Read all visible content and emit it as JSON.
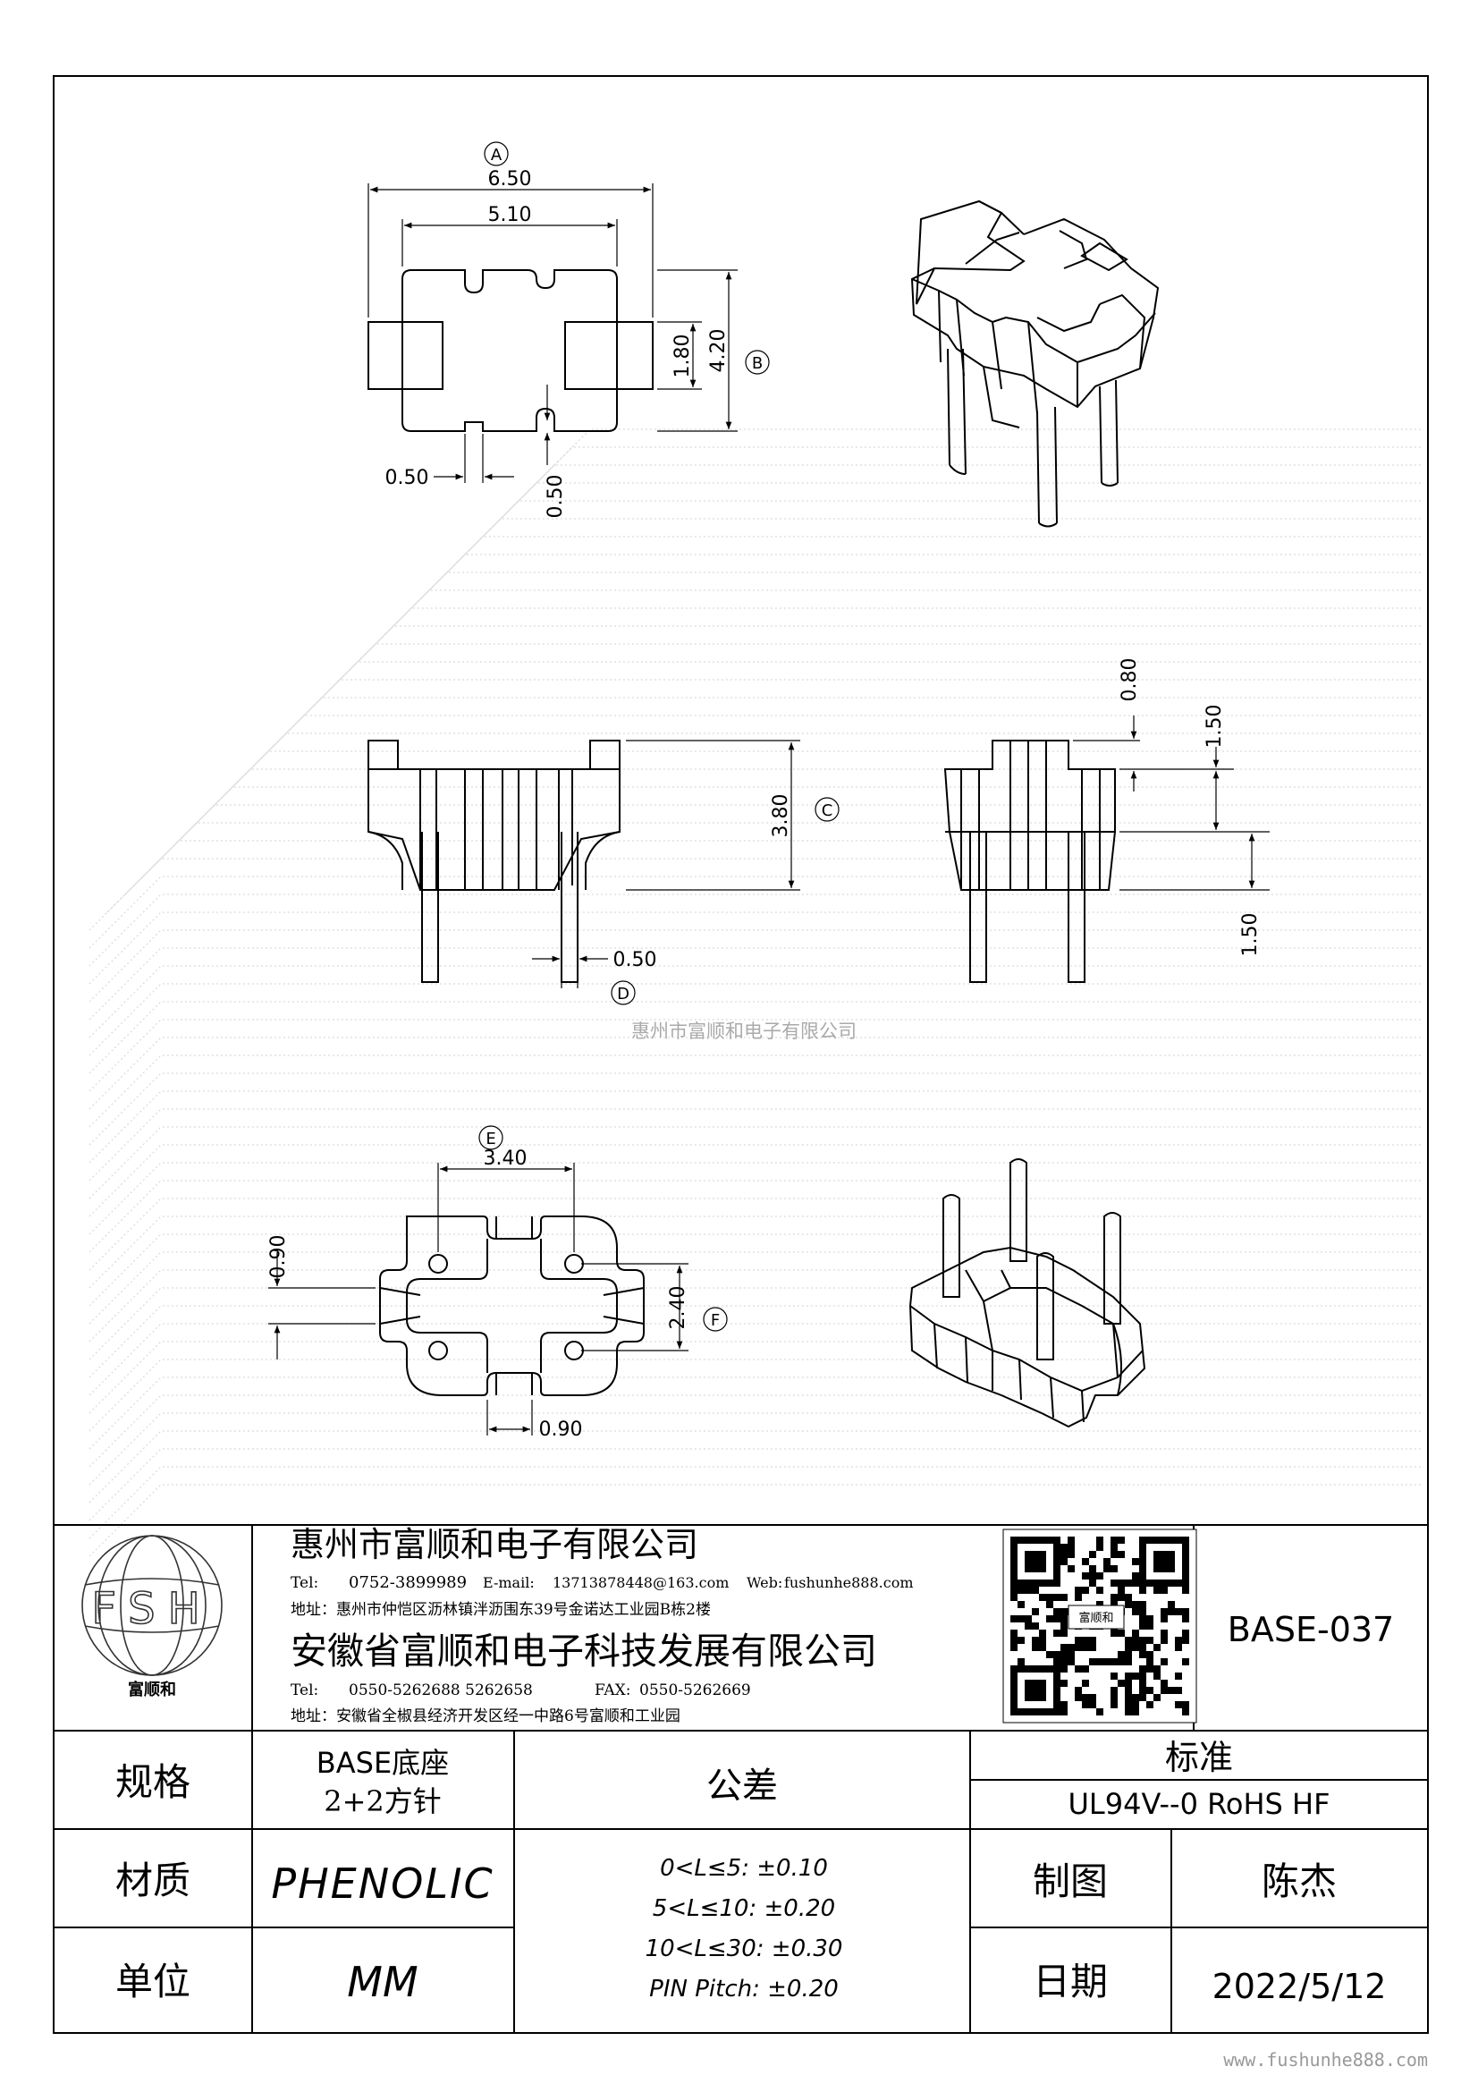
{
  "drawing": {
    "top_view": {
      "label_a": "A",
      "dim_650": "6.50",
      "dim_510": "5.10",
      "dim_180": "1.80",
      "dim_420": "4.20",
      "label_b": "B",
      "dim_050_h": "0.50",
      "dim_050_v": "0.50"
    },
    "side_view": {
      "dim_380": "3.80",
      "label_c": "C",
      "dim_050": "0.50",
      "label_d": "D",
      "dim_080": "0.80",
      "dim_150_top": "1.50",
      "dim_150_bottom": "1.50"
    },
    "bottom_view": {
      "label_e": "E",
      "dim_340": "3.40",
      "dim_090_v": "0.90",
      "dim_240": "2.40",
      "label_f": "F",
      "dim_090_h": "0.90"
    },
    "watermark": "惠州市富顺和电子有限公司"
  },
  "title_block": {
    "logo_letters": "FSH",
    "logo_caption": "富顺和",
    "company1": {
      "name": "惠州市富顺和电子有限公司",
      "tel_label": "Tel:",
      "tel": "0752-3899989",
      "email_label": "E-mail:",
      "email": "13713878448@163.com",
      "web_label": "Web:",
      "web": "fushunhe888.com",
      "address": "地址：惠州市仲恺区沥林镇泮沥围东39号金诺达工业园B栋2楼"
    },
    "company2": {
      "name": "安徽省富顺和电子科技发展有限公司",
      "tel_label": "Tel:",
      "tel": "0550-5262688 5262658",
      "fax_label": "FAX:",
      "fax": "0550-5262669",
      "address": "地址：安徽省全椒县经济开发区经一中路6号富顺和工业园"
    },
    "qr_center": "富顺和",
    "part_number": "BASE-037",
    "spec_label": "规格",
    "spec_line1": "BASE底座",
    "spec_line2": "2+2方针",
    "tolerance_label": "公差",
    "tolerance_lines": [
      "0<L≤5: ±0.10",
      "5<L≤10: ±0.20",
      "10<L≤30: ±0.30",
      "PIN Pitch: ±0.20"
    ],
    "standard_label": "标准",
    "standard_value": "UL94V--0  RoHS HF",
    "material_label": "材质",
    "material_value": "PHENOLIC",
    "drawn_label": "制图",
    "drawn_value": "陈杰",
    "unit_label": "单位",
    "unit_value": "MM",
    "date_label": "日期",
    "date_value": "2022/5/12"
  },
  "footer": "www.fushunhe888.com"
}
